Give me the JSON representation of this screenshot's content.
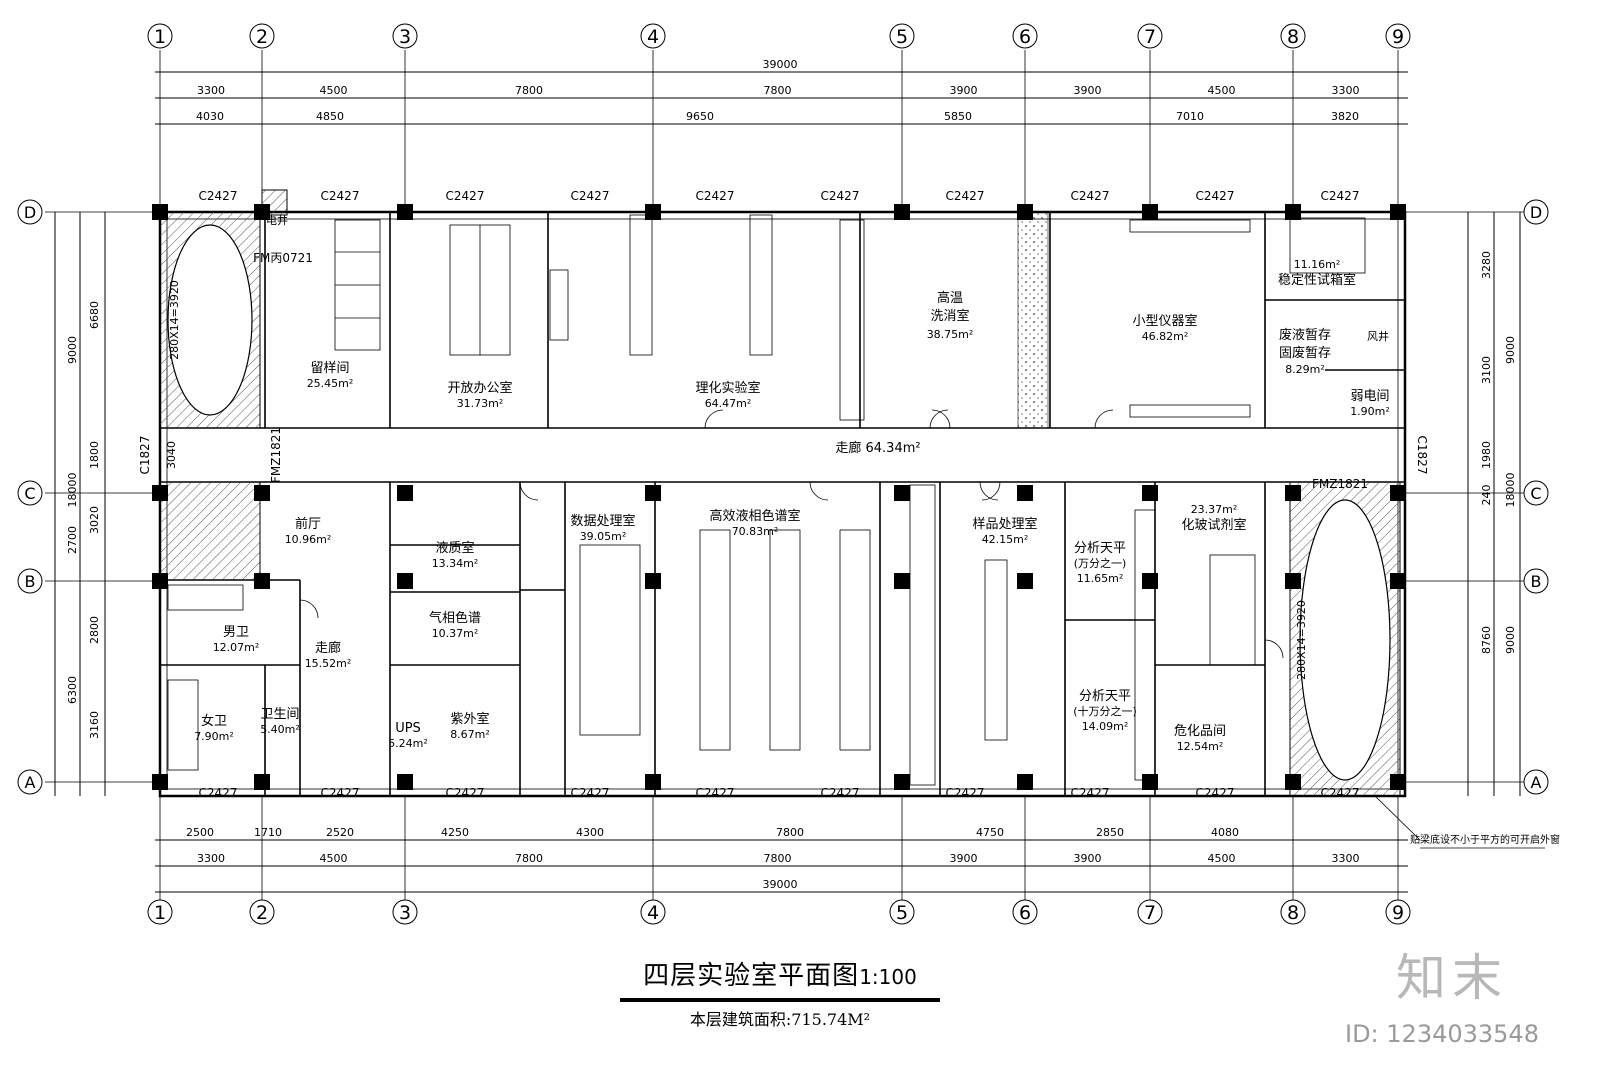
{
  "axes": {
    "x": [
      "1",
      "2",
      "3",
      "4",
      "5",
      "6",
      "7",
      "8",
      "9"
    ],
    "y": [
      "D",
      "C",
      "B",
      "A"
    ]
  },
  "dims": {
    "total": "39000",
    "top_axis": [
      "3300",
      "4500",
      "7800",
      "7800",
      "3900",
      "3900",
      "4500",
      "3300"
    ],
    "top_inner": [
      "4030",
      "4850",
      "9650",
      "5850",
      "7010",
      "3820"
    ],
    "bottom_inner": [
      "2500",
      "1710",
      "2520",
      "4250",
      "4300",
      "7800",
      "4750",
      "2850",
      "4080"
    ],
    "bottom_axis": [
      "3300",
      "4500",
      "7800",
      "7800",
      "3900",
      "3900",
      "4500",
      "3300"
    ],
    "left_outer": [
      "9000",
      "18000",
      "2700",
      "6300"
    ],
    "left_inner": [
      "6680",
      "1800",
      "3020",
      "2800",
      "3160"
    ],
    "right_outer": [
      "9000",
      "18000",
      "9000"
    ],
    "right_inner": [
      "3280",
      "3100",
      "1980",
      "240",
      "8760"
    ]
  },
  "windows": {
    "top": [
      "C2427",
      "C2427",
      "C2427",
      "C2427",
      "C2427",
      "C2427",
      "C2427",
      "C2427",
      "C2427",
      "C2427"
    ],
    "bottom": [
      "C2427",
      "C2427",
      "C2427",
      "C2427",
      "C2427",
      "C2427",
      "C2427",
      "C2427",
      "C2427",
      "C2427"
    ],
    "side_left": "C1827",
    "side_right": "C1827"
  },
  "rooms": [
    {
      "name": "留样间",
      "area": "25.45m²"
    },
    {
      "name": "开放办公室",
      "area": "31.73m²"
    },
    {
      "name": "理化实验室",
      "area": "64.47m²"
    },
    {
      "name": "高温洗消室",
      "area": "38.75m²"
    },
    {
      "name": "小型仪器室",
      "area": "46.82m²"
    },
    {
      "name": "稳定性试箱室",
      "area": "11.16m²"
    },
    {
      "name": "废液暂存固废暂存",
      "area": "8.29m²"
    },
    {
      "name": "风井",
      "area": ""
    },
    {
      "name": "弱电间",
      "area": "1.90m²"
    },
    {
      "name": "电井",
      "area": ""
    },
    {
      "name": "走廊",
      "area": "64.34m²"
    },
    {
      "name": "前厅",
      "area": "10.96m²"
    },
    {
      "name": "液质室",
      "area": "13.34m²"
    },
    {
      "name": "气相色谱",
      "area": "10.37m²"
    },
    {
      "name": "数据处理室",
      "area": "39.05m²"
    },
    {
      "name": "高效液相色谱室",
      "area": "70.83m²"
    },
    {
      "name": "样品处理室",
      "area": "42.15m²"
    },
    {
      "name": "分析天平(万分之一)",
      "area": "11.65m²"
    },
    {
      "name": "化玻试剂室",
      "area": "23.37m²"
    },
    {
      "name": "男卫",
      "area": "12.07m²"
    },
    {
      "name": "走廊",
      "area": "15.52m²"
    },
    {
      "name": "女卫",
      "area": "7.90m²"
    },
    {
      "name": "卫生间",
      "area": "5.40m²"
    },
    {
      "name": "UPS",
      "area": "5.24m²"
    },
    {
      "name": "紫外室",
      "area": "8.67m²"
    },
    {
      "name": "分析天平(十万分之一)",
      "area": "14.09m²"
    },
    {
      "name": "危化品间",
      "area": "12.54m²"
    }
  ],
  "doors": {
    "fm_well": "FM丙0721",
    "fmz_left": "FMZ1821",
    "fmz_right": "FMZ1821"
  },
  "stairs": {
    "left_label": "280X14=3920",
    "right_label": "280X14=3920",
    "left_extra": "3040"
  },
  "note": "贴梁底设不小于平方的可开启外窗",
  "title": {
    "main": "四层实验室平面图",
    "scale": "1:100",
    "sub": "本层建筑面积:715.74M²"
  },
  "watermark": {
    "logo": "知末",
    "id": "ID: 1234033548"
  },
  "colors": {
    "line": "#000000",
    "column": "#000000",
    "hatch": "#555555",
    "watermark": "#b8b8b8"
  }
}
